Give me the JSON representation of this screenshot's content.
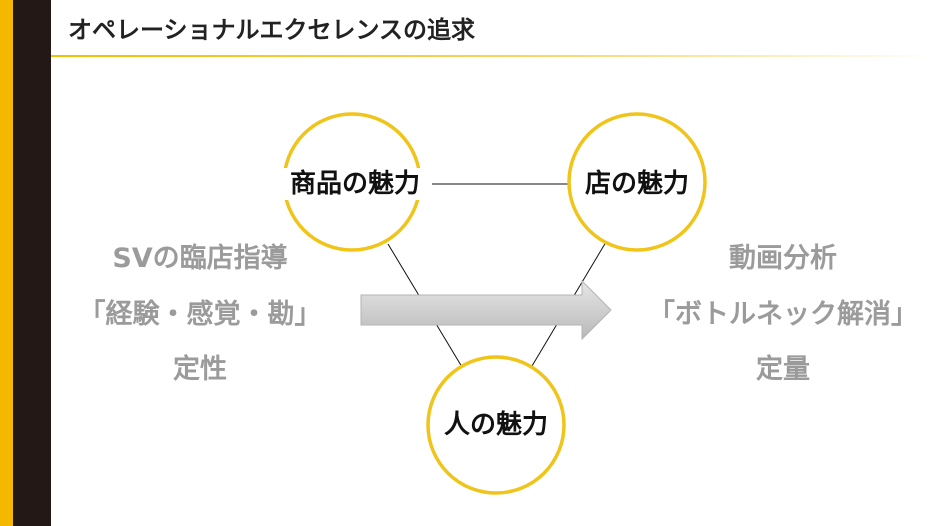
{
  "header": {
    "title": "オペレーショナルエクセレンスの追求"
  },
  "diagram": {
    "nodes": {
      "product": "商品の魅力",
      "store": "店の魅力",
      "people": "人の魅力"
    },
    "left": {
      "line1": "SVの臨店指導",
      "line2": "「経験・感覚・勘」",
      "line3": "定性"
    },
    "right": {
      "line1": "動画分析",
      "line2": "「ボトルネック解消」",
      "line3": "定量"
    }
  },
  "colors": {
    "accent_yellow": "#f5b800",
    "sidebar_dark": "#231815",
    "circle_stroke": "#f0c419",
    "arrow_gray": "#c8c8c8",
    "side_text_gray": "#9b9b9b"
  }
}
